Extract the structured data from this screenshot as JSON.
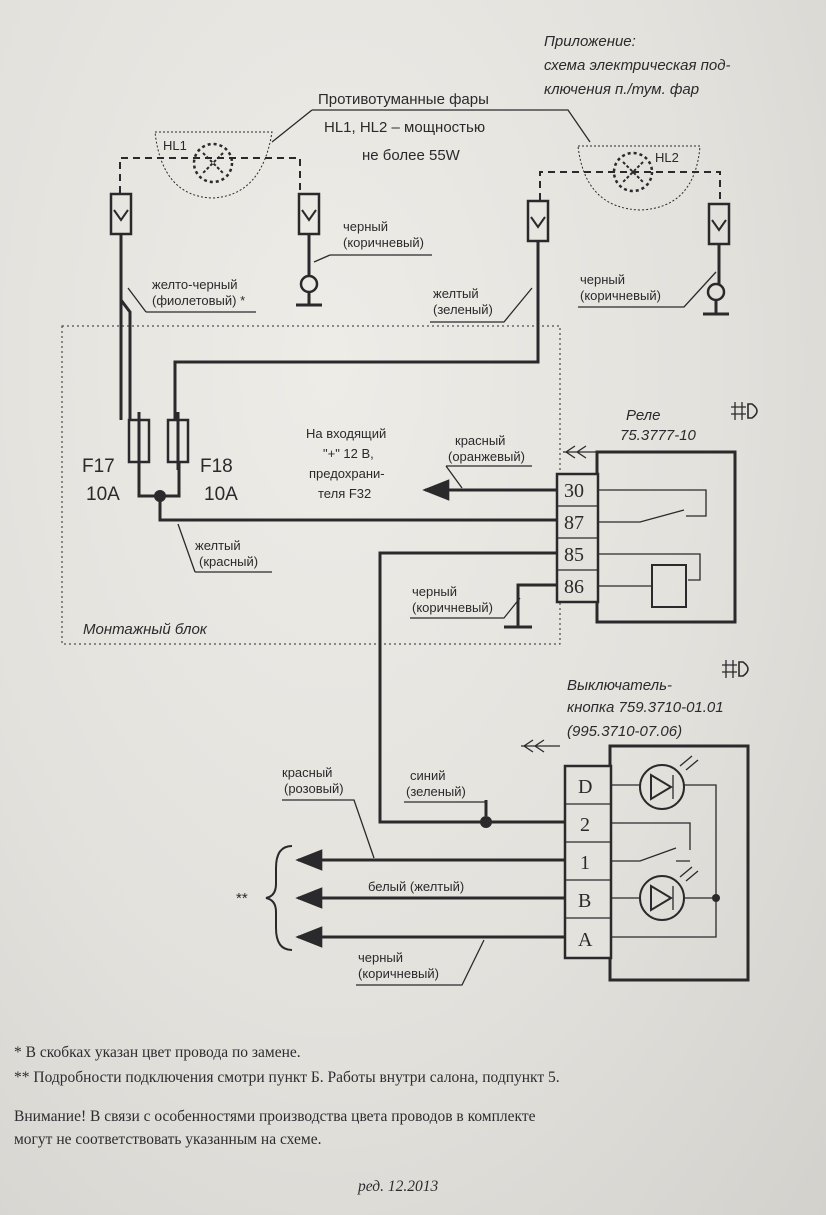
{
  "appendix": {
    "line1": "Приложение:",
    "line2": "схема электрическая под-",
    "line3": "ключения п./тум. фар"
  },
  "fog_lights": {
    "title": "Противотуманные фары",
    "power_line1": "HL1, HL2 – мощностью",
    "power_line2": "не более 55W",
    "hl1": "HL1",
    "hl2": "HL2"
  },
  "wires": {
    "black_brown_1": [
      "черный",
      "(коричневый)"
    ],
    "yellow_black": [
      "желто-черный",
      "(фиолетовый) *"
    ],
    "yellow_green": [
      "желтый",
      "(зеленый)"
    ],
    "black_brown_2": [
      "черный",
      "(коричневый)"
    ],
    "red_orange": [
      "красный",
      "(оранжевый)"
    ],
    "yellow_red": [
      "желтый",
      "(красный)"
    ],
    "black_brown_3": [
      "черный",
      "(коричневый)"
    ],
    "blue_green": [
      "синий",
      "(зеленый)"
    ],
    "red_pink": [
      "красный",
      "(розовый)"
    ],
    "white_yellow": "белый (желтый)",
    "black_brown_4": [
      "черный",
      "(коричневый)"
    ]
  },
  "input_note": [
    "На входящий",
    "\"+\" 12 В,",
    "предохрани-",
    "теля  F32"
  ],
  "fuses": {
    "f17": "F17",
    "f17_rating": "10A",
    "f18": "F18",
    "f18_rating": "10A"
  },
  "mounting_block": "Монтажный блок",
  "relay": {
    "title": "Реле",
    "model": "75.3777-10",
    "terminals": [
      "30",
      "87",
      "85",
      "86"
    ]
  },
  "switch": {
    "title": "Выключатель-",
    "line2": "кнопка 759.3710-01.01",
    "line3": "(995.3710-07.06)",
    "terminals": [
      "D",
      "2",
      "1",
      "B",
      "A"
    ]
  },
  "double_star": "**",
  "notes": {
    "note1": "* В скобках указан цвет провода по замене.",
    "note2": "** Подробности подключения смотри  пункт Б. Работы внутри салона, подпункт 5.",
    "warning1": "Внимание! В связи с особенностями производства цвета проводов в комплекте",
    "warning2": "могут не соответствовать указанным на схеме.",
    "edition": "ред.  12.2013"
  },
  "colors": {
    "ink": "#2a2a2c",
    "paper": "#e8e6e1"
  }
}
